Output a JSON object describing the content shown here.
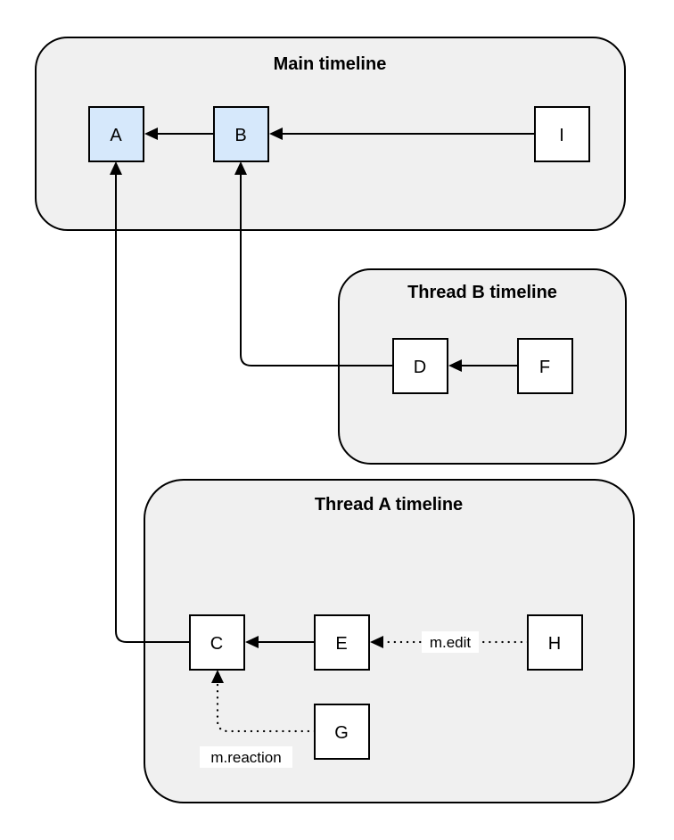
{
  "diagram": {
    "containers": {
      "main": {
        "title": "Main timeline"
      },
      "thread_b": {
        "title": "Thread B timeline"
      },
      "thread_a": {
        "title": "Thread A timeline"
      }
    },
    "nodes": {
      "a": "A",
      "b": "B",
      "i": "I",
      "d": "D",
      "f": "F",
      "c": "C",
      "e": "E",
      "h": "H",
      "g": "G"
    },
    "edge_labels": {
      "edit": "m.edit",
      "reaction": "m.reaction"
    },
    "colors": {
      "background": "#ffffff",
      "container_fill": "#f0f0f0",
      "node_fill": "#ffffff",
      "highlight_node_fill": "#d6e8fb",
      "stroke": "#000000"
    }
  }
}
